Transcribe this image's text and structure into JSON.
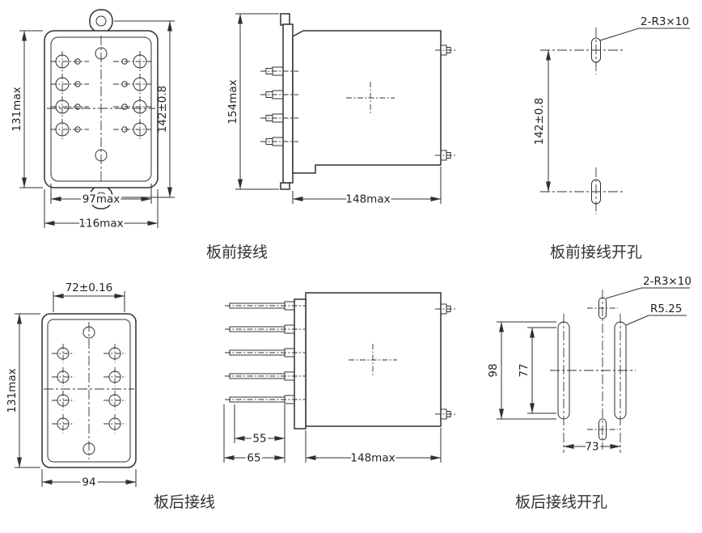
{
  "figure": {
    "background": "#ffffff",
    "line_color": "#303030"
  },
  "front_wiring": {
    "label": "板前接线",
    "front_view": {
      "height_total": "131max",
      "hole_spacing": "142±0.8",
      "width_inner": "97max",
      "width_total": "116max"
    },
    "side_view": {
      "height_total": "154max",
      "depth_total": "148max"
    },
    "drill": {
      "label": "板前接线开孔",
      "slot_spec": "2-R3×10",
      "hole_spacing": "142±0.8"
    }
  },
  "rear_wiring": {
    "label": "板后接线",
    "rear_view": {
      "width_inner": "72±0.16",
      "height_total": "131max",
      "width_total": "94"
    },
    "side_view": {
      "pin_length_inner": "55",
      "pin_length_total": "65",
      "depth_total": "148max"
    },
    "drill": {
      "label": "板后接线开孔",
      "slot_spec": "2-R3×10",
      "slot_radius": "R5.25",
      "slot_length": "98",
      "slot_straight": "77",
      "slot_spacing": "73"
    }
  }
}
